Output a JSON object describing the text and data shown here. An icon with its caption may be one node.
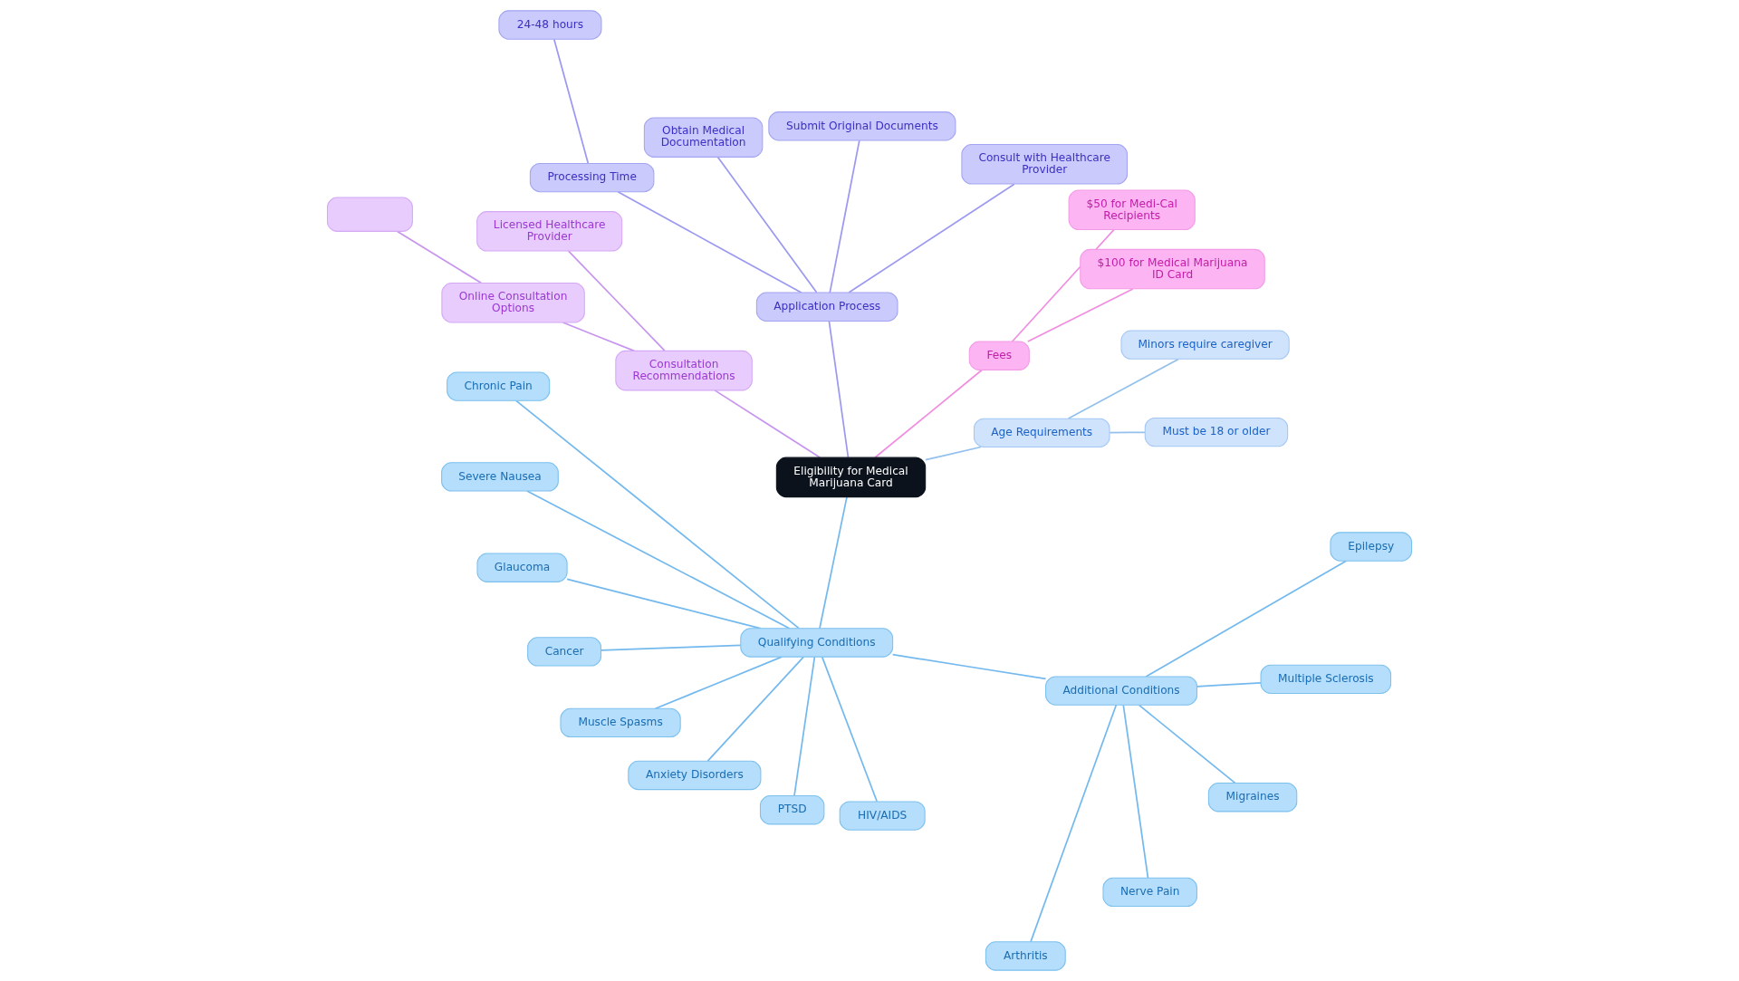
{
  "diagram": {
    "nodes": [
      {
        "text": [
          "Eligibility for Medical Marijuana Card"
        ]
      },
      {
        "text": [
          "Age Requirements"
        ]
      },
      {
        "text": [
          "Must be 18 or older"
        ]
      },
      {
        "text": [
          "Minors require caregiver"
        ]
      },
      {
        "text": [
          "Fees"
        ]
      },
      {
        "text": [
          "$100 for Medical Marijuana ID Card"
        ]
      },
      {
        "text": [
          "$50 for Medi-Cal Recipients"
        ]
      },
      {
        "text": [
          "Application Process"
        ]
      },
      {
        "text": [
          "Consult with Healthcare Provider"
        ]
      },
      {
        "text": [
          "Submit Original Documents"
        ]
      },
      {
        "text": [
          "Obtain Medical Documentation"
        ]
      },
      {
        "text": [
          "Processing Time"
        ]
      },
      {
        "text": [
          "24-48 hours"
        ]
      },
      {
        "text": [
          "Consultation Recommendations"
        ]
      },
      {
        "text": [
          "Licensed Healthcare Provider"
        ]
      },
      {
        "text": [
          "Online Consultation Options"
        ]
      },
      {
        "text": [],
        "shape": "box"
      },
      {
        "text": [
          "Qualifying Conditions"
        ]
      },
      {
        "text": [
          "Chronic Pain"
        ]
      },
      {
        "text": [
          "Severe Nausea"
        ]
      },
      {
        "text": [
          "Glaucoma"
        ]
      },
      {
        "text": [
          "Cancer"
        ]
      },
      {
        "text": [
          "Muscle Spasms"
        ]
      },
      {
        "text": [
          "Anxiety Disorders"
        ]
      },
      {
        "text": [
          "PTSD"
        ]
      },
      {
        "text": [
          "HIV/AIDS"
        ]
      },
      {
        "text": [
          "Additional Conditions"
        ]
      },
      {
        "text": [
          "Arthritis"
        ]
      },
      {
        "text": [
          "Nerve Pain"
        ]
      },
      {
        "text": [
          "Migraines"
        ]
      },
      {
        "text": [
          "Multiple Sclerosis"
        ]
      },
      {
        "text": [
          "Epilepsy"
        ]
      }
    ],
    "edges": [
      {
        "from": 0,
        "to": 1,
        "arrow": "none",
        "color": "#94c0ee"
      },
      {
        "from": 1,
        "to": 2,
        "arrow": "none",
        "color": "#94c0ee"
      },
      {
        "from": 1,
        "to": 3,
        "arrow": "none",
        "color": "#94c0ee"
      },
      {
        "from": 0,
        "to": 4,
        "arrow": "none",
        "color": "#f08ee0"
      },
      {
        "from": 4,
        "to": 5,
        "arrow": "none",
        "color": "#f08ee0"
      },
      {
        "from": 4,
        "to": 6,
        "arrow": "none",
        "color": "#f08ee0"
      },
      {
        "from": 0,
        "to": 7,
        "arrow": "none",
        "color": "#9c9af0"
      },
      {
        "from": 7,
        "to": 8,
        "arrow": "none",
        "color": "#9c9af0"
      },
      {
        "from": 7,
        "to": 9,
        "arrow": "none",
        "color": "#9c9af0"
      },
      {
        "from": 7,
        "to": 10,
        "arrow": "none",
        "color": "#9c9af0"
      },
      {
        "from": 7,
        "to": 11,
        "arrow": "none",
        "color": "#9c9af0"
      },
      {
        "from": 11,
        "to": 12,
        "arrow": "none",
        "color": "#9c9af0"
      },
      {
        "from": 0,
        "to": 13,
        "arrow": "none",
        "color": "#c895ee"
      },
      {
        "from": 13,
        "to": 14,
        "arrow": "none",
        "color": "#c895ee"
      },
      {
        "from": 13,
        "to": 15,
        "arrow": "none",
        "color": "#c895ee"
      },
      {
        "from": 15,
        "to": 16,
        "arrow": "none",
        "color": "#c895ee"
      },
      {
        "from": 0,
        "to": 17,
        "arrow": "none"
      },
      {
        "from": 17,
        "to": 18,
        "arrow": "none"
      },
      {
        "from": 17,
        "to": 19,
        "arrow": "none"
      },
      {
        "from": 17,
        "to": 20,
        "arrow": "none"
      },
      {
        "from": 17,
        "to": 21,
        "arrow": "none"
      },
      {
        "from": 17,
        "to": 22,
        "arrow": "none"
      },
      {
        "from": 17,
        "to": 23,
        "arrow": "none"
      },
      {
        "from": 17,
        "to": 24,
        "arrow": "none"
      },
      {
        "from": 17,
        "to": 25,
        "arrow": "none"
      },
      {
        "from": 17,
        "to": 26,
        "arrow": "none"
      },
      {
        "from": 26,
        "to": 27,
        "arrow": "none"
      },
      {
        "from": 26,
        "to": 28,
        "arrow": "none"
      },
      {
        "from": 26,
        "to": 29,
        "arrow": "none"
      },
      {
        "from": 26,
        "to": 30,
        "arrow": "none"
      },
      {
        "from": 26,
        "to": 31,
        "arrow": "none"
      }
    ]
  }
}
